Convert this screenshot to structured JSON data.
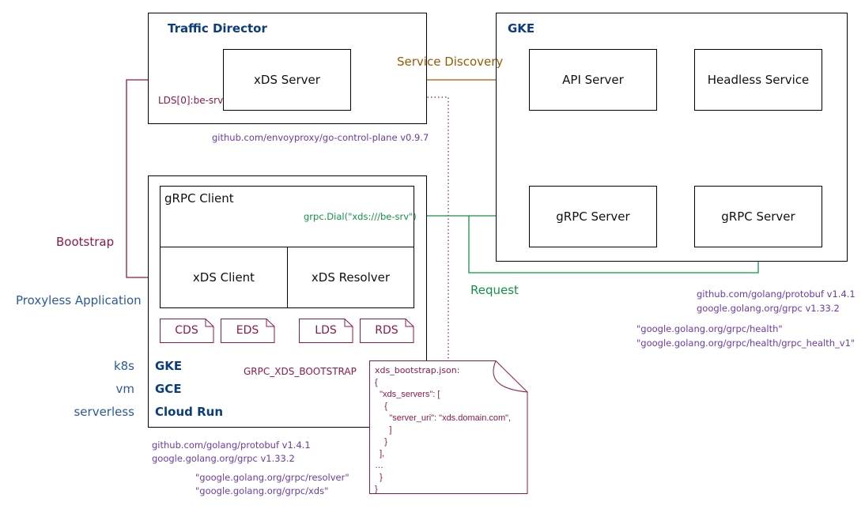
{
  "traffic_director": {
    "title": "Traffic Director",
    "xds_server": "xDS Server",
    "lds_label": "LDS[0]:be-srv",
    "footnote": "github.com/envoyproxy/go-control-plane v0.9.7"
  },
  "gke": {
    "title": "GKE",
    "api_server": "API Server",
    "headless_service": "Headless Service",
    "grpc_server_1": "gRPC Server",
    "grpc_server_2": "gRPC Server"
  },
  "edges": {
    "service_discovery": "Service Discovery",
    "bootstrap": "Bootstrap",
    "request": "Request",
    "dial": "grpc.Dial(\"xds:///be-srv\")"
  },
  "app": {
    "label": "Proxyless Application",
    "grpc_client": "gRPC Client",
    "xds_client": "xDS Client",
    "xds_resolver": "xDS Resolver",
    "resources": [
      "CDS",
      "EDS",
      "LDS",
      "RDS"
    ],
    "env_var": "GRPC_XDS_BOOTSTRAP",
    "platforms": [
      {
        "kind": "k8s",
        "name": "GKE"
      },
      {
        "kind": "vm",
        "name": "GCE"
      },
      {
        "kind": "serverless",
        "name": "Cloud Run"
      }
    ],
    "deps": [
      "github.com/golang/protobuf v1.4.1",
      "google.golang.org/grpc v1.33.2"
    ],
    "imports": [
      "\"google.golang.org/grpc/resolver\"",
      "\"google.golang.org/grpc/xds\""
    ]
  },
  "server_notes": {
    "deps": [
      "github.com/golang/protobuf v1.4.1",
      "google.golang.org/grpc v1.33.2"
    ],
    "imports": [
      "\"google.golang.org/grpc/health\"",
      "\"google.golang.org/grpc/health/grpc_health_v1\""
    ]
  },
  "bootstrap_file": {
    "title": "xds_bootstrap.json:",
    "body": "{\n  \"xds_servers\": [\n    {\n      \"server_uri\": \"xds.domain.com\",\n      ]\n    }\n  ],\n…\n  }\n}"
  },
  "colors": {
    "title_blue": "#0b3c7c",
    "bootstrap_maroon": "#8b1a4a",
    "request_green": "#14924a",
    "discovery_brown": "#9a5a00",
    "note_purple": "#6d3aa8"
  }
}
